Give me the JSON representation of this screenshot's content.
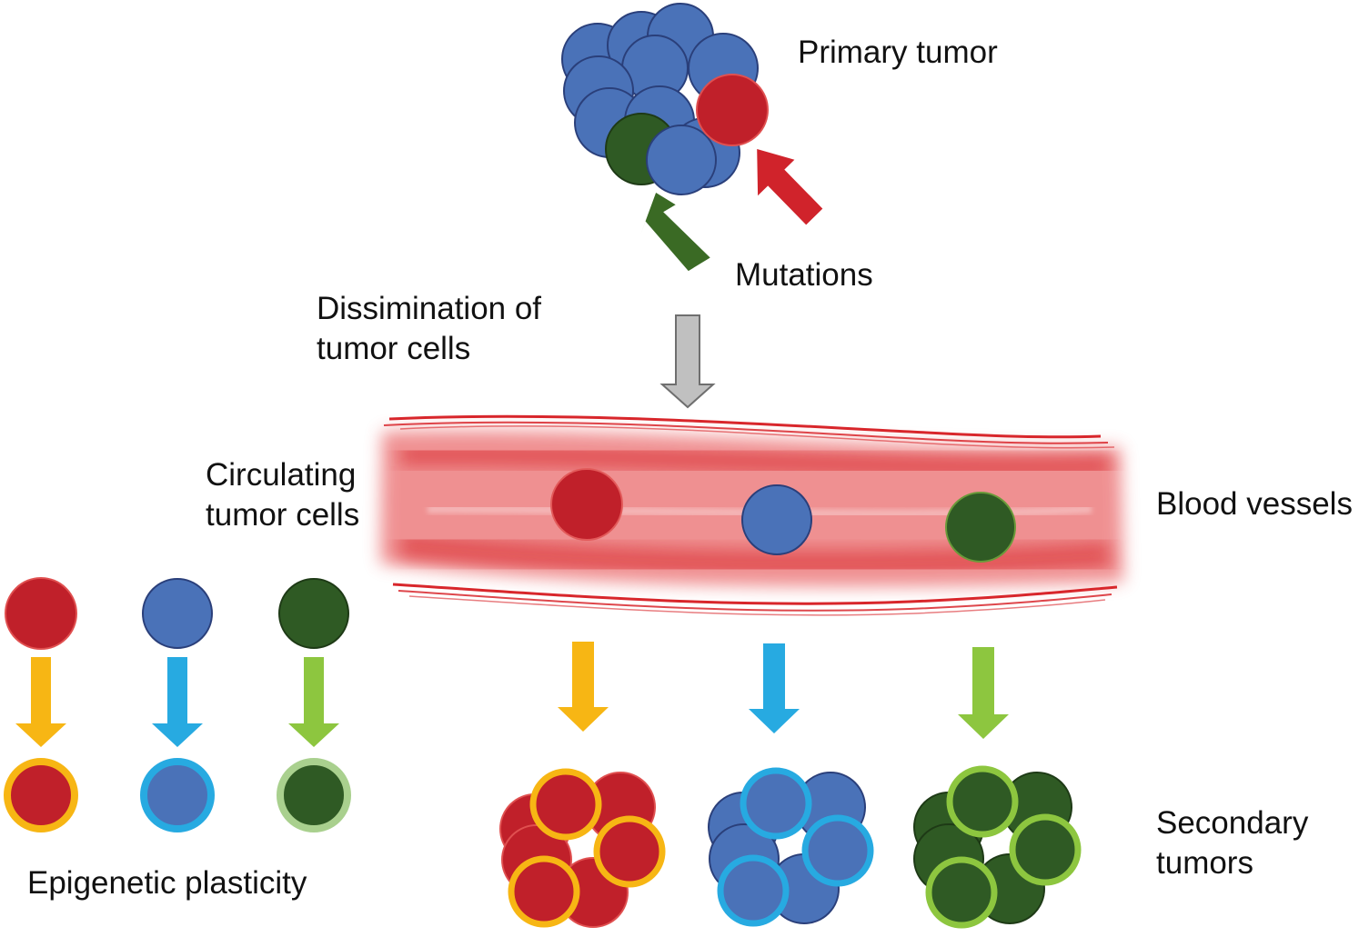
{
  "labels": {
    "primary_tumor": "Primary tumor",
    "mutations": "Mutations",
    "dissemination_line1": "Dissimination of",
    "dissemination_line2": "tumor cells",
    "circulating_line1": "Circulating",
    "circulating_line2": "tumor cells",
    "blood_vessels": "Blood vessels",
    "epigenetic_plasticity": "Epigenetic plasticity",
    "secondary_line1": "Secondary",
    "secondary_line2": "tumors"
  },
  "colors": {
    "red_cell": "#c0202a",
    "blue_cell": "#4a72b8",
    "green_cell": "#2f5a24",
    "cell_outline": "#2a3f7a",
    "yellow_ring": "#f7b614",
    "cyan_ring": "#27aae1",
    "lime_ring": "#8dc63f",
    "light_green_ring": "#a9d08e",
    "mutation_red_arrow": "#d0232b",
    "mutation_green_arrow": "#3a6a24",
    "dissemination_arrow": "#c0c0c0",
    "vessel": "#dc2a2a"
  },
  "icons": {
    "primary_tumor": "cell-cluster",
    "mutation_arrows": "arrow-up-left",
    "dissemination_arrow": "arrow-down",
    "blood_vessel": "blood-vessel",
    "circulating_cells": "cell-circle",
    "secondary_tumors": "cell-cluster"
  }
}
